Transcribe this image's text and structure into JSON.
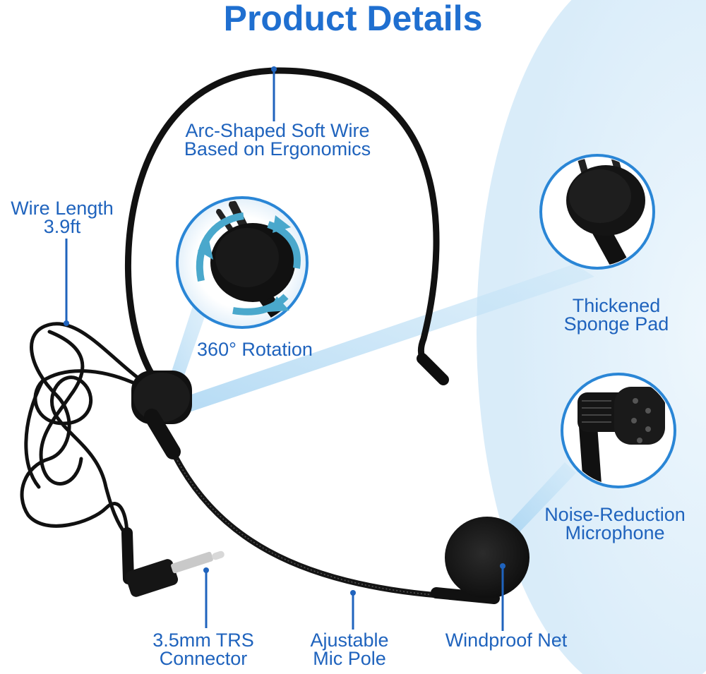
{
  "title": "Product Details",
  "colors": {
    "accent": "#1f63bd",
    "title": "#1f6fd0",
    "background_blob": "#e4f2fb",
    "ring": "#2a86d6",
    "beam": "#bfe0f5",
    "product": "#111111"
  },
  "callouts": {
    "arc_wire": {
      "line1": "Arc-Shaped Soft Wire",
      "line2": "Based on Ergonomics"
    },
    "wire_length": {
      "line1": "Wire Length",
      "line2": "3.9ft"
    },
    "rotation": {
      "label": "360° Rotation"
    },
    "sponge": {
      "line1": "Thickened",
      "line2": "Sponge Pad"
    },
    "noise": {
      "line1": "Noise-Reduction",
      "line2": "Microphone"
    },
    "connector": {
      "line1": "3.5mm TRS",
      "line2": "Connector"
    },
    "pole": {
      "line1": "Ajustable",
      "line2": "Mic Pole"
    },
    "windproof": {
      "label": "Windproof Net"
    }
  },
  "icons": [
    "rotation-arrows-icon",
    "microphone-head-icon",
    "sponge-pad-icon",
    "headset-product-image"
  ]
}
